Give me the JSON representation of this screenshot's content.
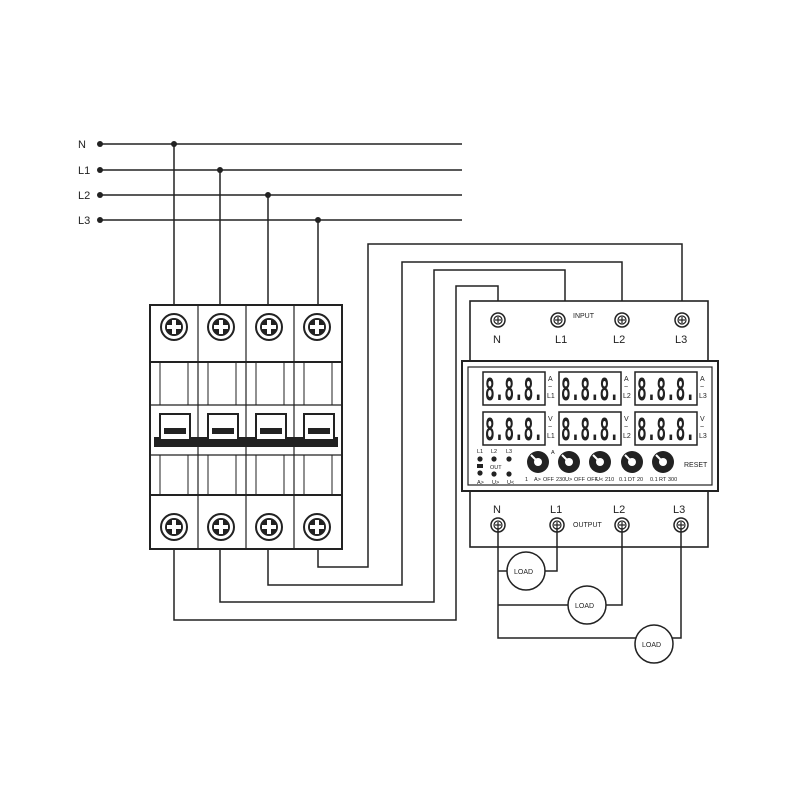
{
  "bus_labels": [
    "N",
    "L1",
    "L2",
    "L3"
  ],
  "relay": {
    "input_label": "INPUT",
    "output_label": "OUTPUT",
    "input_terminals": [
      "N",
      "L1",
      "L2",
      "L3"
    ],
    "output_terminals": [
      "N",
      "L1",
      "L2",
      "L3"
    ],
    "display_digits": "8.8.8.",
    "display_units_top": [
      "A\n~\nL1",
      "A\n~\nL2",
      "A\n~\nL3"
    ],
    "row1_units": [
      "A",
      "A",
      "A"
    ],
    "row1_phases": [
      "L1",
      "L2",
      "L3"
    ],
    "row2_units": [
      "V",
      "V",
      "V"
    ],
    "row2_phases": [
      "L1",
      "L2",
      "L3"
    ],
    "led_labels": [
      "L1",
      "L2",
      "L3"
    ],
    "led_labels_row2": [
      "OUT"
    ],
    "led_bottom_labels": [
      "A>",
      "U>",
      "U<"
    ],
    "reset_label": "RESET",
    "knob_top_label": "A",
    "knob_scales": [
      {
        "left": "1",
        "mid": "A>",
        "right": "OFF"
      },
      {
        "left": "230",
        "mid": "U>",
        "right": "OFF"
      },
      {
        "left": "OFF",
        "mid": "U<",
        "right": "210"
      },
      {
        "left": "0.1",
        "mid": "DT",
        "right": "20"
      },
      {
        "left": "0.1",
        "mid": "RT",
        "right": "300"
      }
    ]
  },
  "loads": [
    "LOAD",
    "LOAD",
    "LOAD"
  ]
}
